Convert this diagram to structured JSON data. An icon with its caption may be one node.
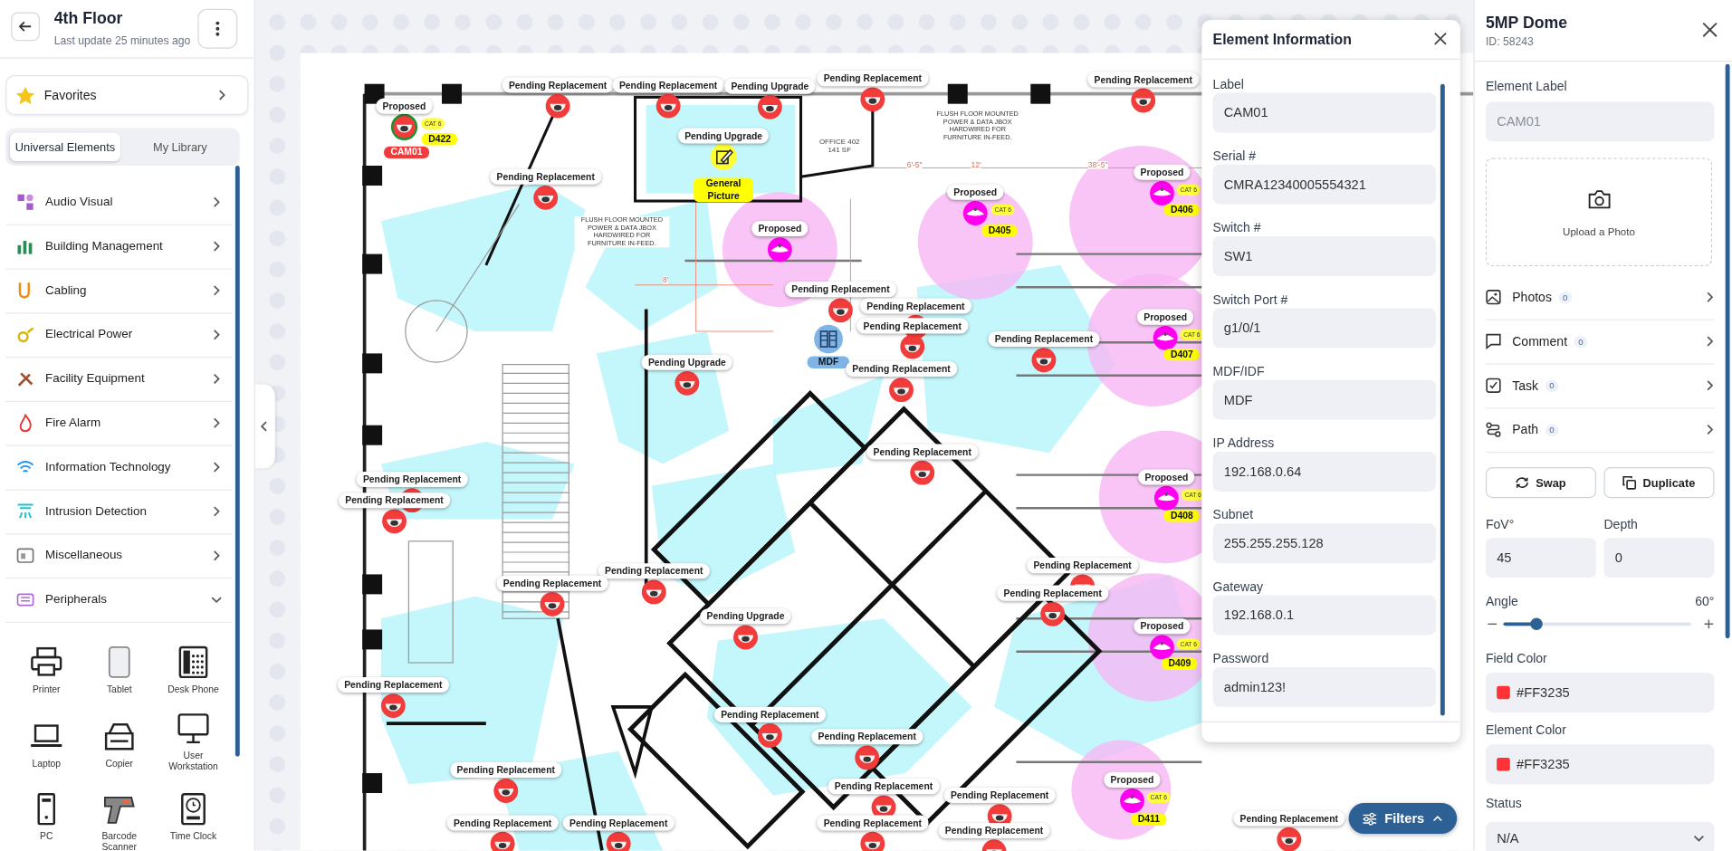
{
  "diagram": {
    "labels": [
      "4th Floor",
      "Last update 25 minutes ago",
      "Favorites",
      "Universal Elements",
      "My Library",
      "Audio Visual",
      "Building Management",
      "Cabling",
      "Electrical Power",
      "Facility Equipment",
      "Fire Alarm",
      "Information Technology",
      "Intrusion Detection",
      "Miscellaneous",
      "Peripherals",
      "Printer",
      "Tablet",
      "Desk Phone",
      "Laptop",
      "Copier",
      "User Workstation",
      "PC",
      "Barcode Scanner",
      "Time Clock",
      "Pending Replacement",
      "Pending Replacement",
      "Pending Upgrade",
      "Pending Replacement",
      "Pending Replacement",
      "Proposed",
      "CAT 6",
      "CAM01",
      "D422",
      "Pending Upgrade",
      "General Picture",
      "OFFICE 402 141 SF",
      "Pending Replacement",
      "Proposed",
      "CAT 6",
      "D405",
      "Proposed",
      "CAT 6",
      "D406",
      "Proposed",
      "Pending Replacement",
      "Pending Replacement",
      "Pending Replacement",
      "Proposed",
      "CAT 6",
      "D407",
      "Pending Replacement",
      "Pending Upgrade",
      "MDF",
      "Pending Replacement",
      "Pending Replacement",
      "Proposed",
      "CAT 6",
      "D408",
      "Pending Replacement",
      "Pending Replacement",
      "Pending Replacement",
      "Pending Replacement",
      "Pending Replacement",
      "Pending Replacement",
      "Pending Upgrade",
      "Proposed",
      "CAT 6",
      "D409",
      "Pending Replacement",
      "Pending Replacement",
      "Pending Replacement",
      "Pending Replacement",
      "Proposed",
      "CAT 6",
      "D411",
      "Pending Replacement",
      "Pending Replacement",
      "Pending Replacement",
      "Pending Replacement",
      "Pending Replacement",
      "Pending Replacement",
      "Pending Replacement",
      "6'-5\"",
      "12'",
      "38'-5\"",
      "8'",
      "FLUSH FLOOR MOUNTED POWER & DATA JBOX HARDWIRED FOR FURNITURE IN-FEED.",
      "FLUSH FLOOR MOUNTED POWER & DATA JBOX HARDWIRED FOR FURNITURE IN-FEED.",
      "Element Information",
      "Label",
      "CAM01",
      "Serial #",
      "CMRA12340005554321",
      "Switch #",
      "SW1",
      "Switch Port #",
      "g1/0/1",
      "MDF/IDF",
      "MDF",
      "IP Address",
      "192.168.0.64",
      "Subnet",
      "255.255.255.128",
      "Gateway",
      "192.168.0.1",
      "Password",
      "admin123!",
      "5MP Dome",
      "ID: 58243",
      "Element Label",
      "CAM01",
      "Upload a Photo",
      "Photos",
      "0",
      "Comment",
      "0",
      "Task",
      "0",
      "Path",
      "0",
      "Swap",
      "Duplicate",
      "FoV°",
      "Depth",
      "45",
      "0",
      "Angle",
      "60°",
      "Field Color",
      "#FF3235",
      "Element Color",
      "#FF3235",
      "Status",
      "N/A",
      "Filters"
    ]
  }
}
